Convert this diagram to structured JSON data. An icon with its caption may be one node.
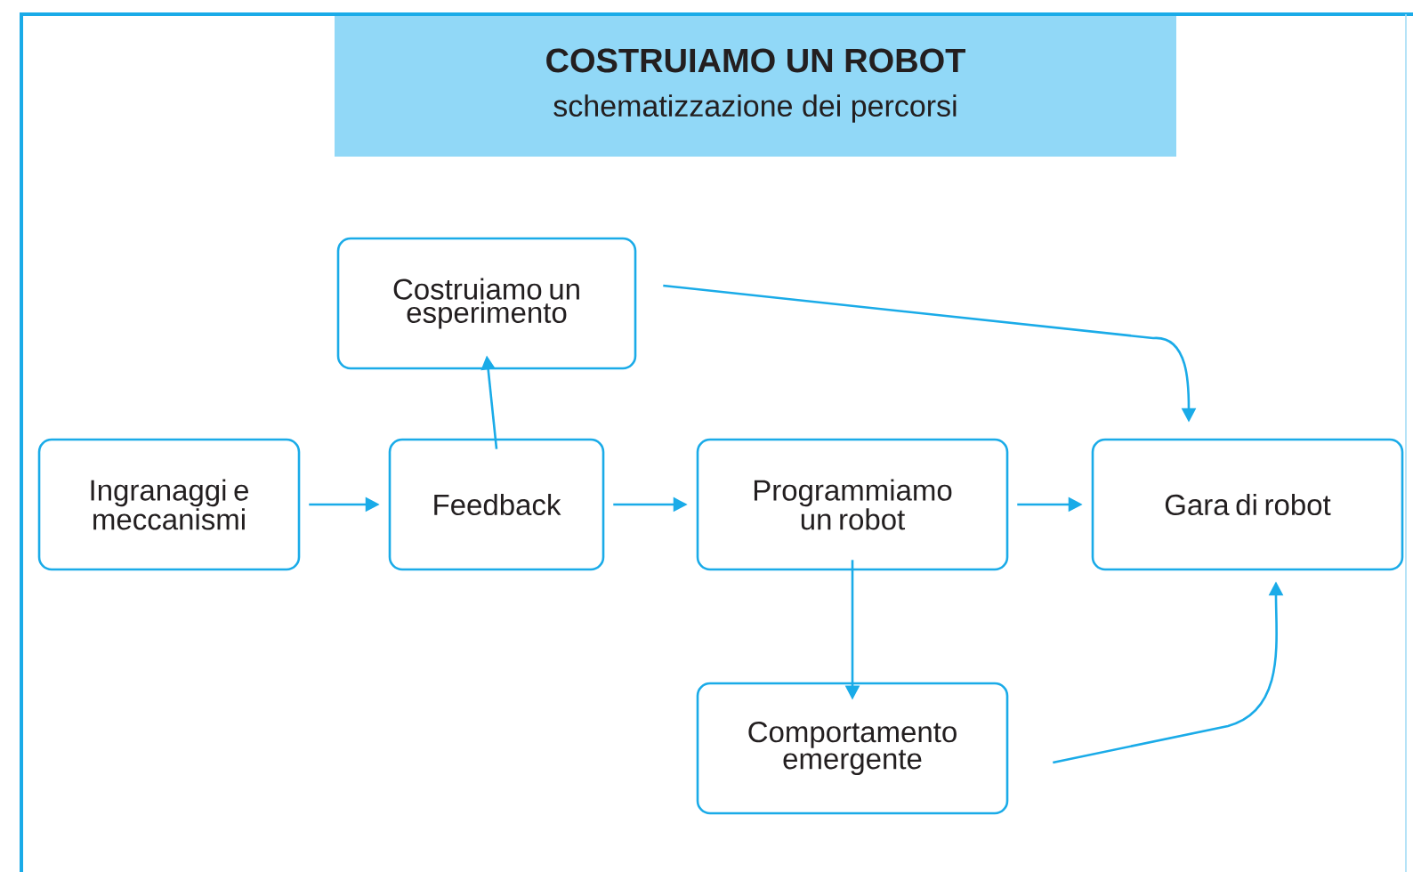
{
  "diagram": {
    "title": "COSTRUIAMO UN ROBOT",
    "nodes": [
      {
        "text": [
          "Costruiamo un esperimento"
        ]
      },
      {
        "text": [
          "Ingranaggi e meccanismi"
        ]
      },
      {
        "text": [
          "Feedback"
        ]
      },
      {
        "text": [
          "Programmiamo un robot"
        ]
      },
      {
        "text": [
          "Gara di robot"
        ]
      },
      {
        "text": [
          "Comportamento emergente"
        ]
      }
    ],
    "edges": [
      {
        "from": 1,
        "to": 2,
        "arrow": "to"
      },
      {
        "from": 2,
        "to": 0,
        "arrow": "to"
      },
      {
        "from": 2,
        "to": 3,
        "arrow": "to"
      },
      {
        "from": 3,
        "to": 4,
        "arrow": "to"
      },
      {
        "from": 0,
        "to": 4,
        "arrow": "to"
      },
      {
        "from": 3,
        "to": 5,
        "arrow": "to"
      },
      {
        "from": 5,
        "to": 4,
        "arrow": "to"
      }
    ],
    "labels": [
      "schematizzazione dei percorsi"
    ]
  }
}
